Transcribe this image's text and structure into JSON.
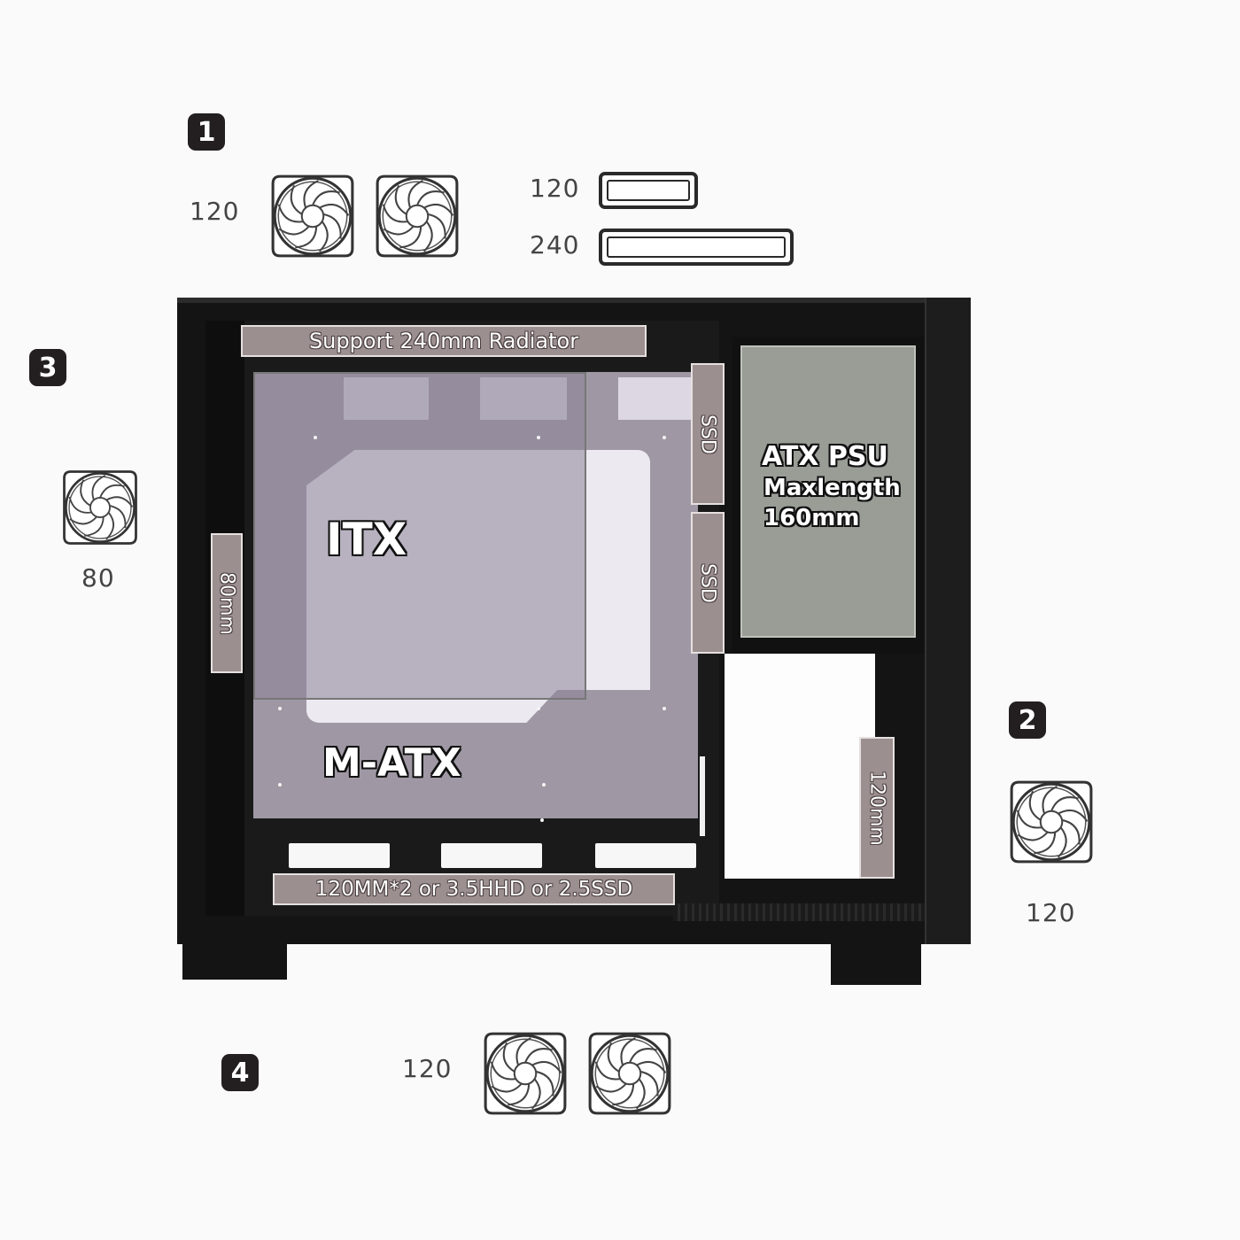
{
  "badges": [
    "1",
    "2",
    "3",
    "4"
  ],
  "fan_sizes": {
    "top": "120",
    "side_rear": "80",
    "front": "120",
    "bottom": "120"
  },
  "radiator_sizes": [
    "120",
    "240"
  ],
  "case": {
    "radiator_label": "Support 240mm Radiator",
    "ssd_labels": [
      "SSD",
      "SSD"
    ],
    "psu_title": "ATX PSU",
    "psu_sub": "Maxlength",
    "psu_len": "160mm",
    "itx_label": "ITX",
    "matx_label": "M-ATX",
    "rear_fan_label": "80mm",
    "front_fan_label": "120mm",
    "bottom_label": "120MM*2 or 3.5HHD or 2.5SSD"
  },
  "colors": {
    "case_black": "#141414",
    "strip": "#9c8f8f",
    "psu": "#999d96",
    "badge": "#231f20"
  },
  "icons": [
    "fan-icon"
  ]
}
